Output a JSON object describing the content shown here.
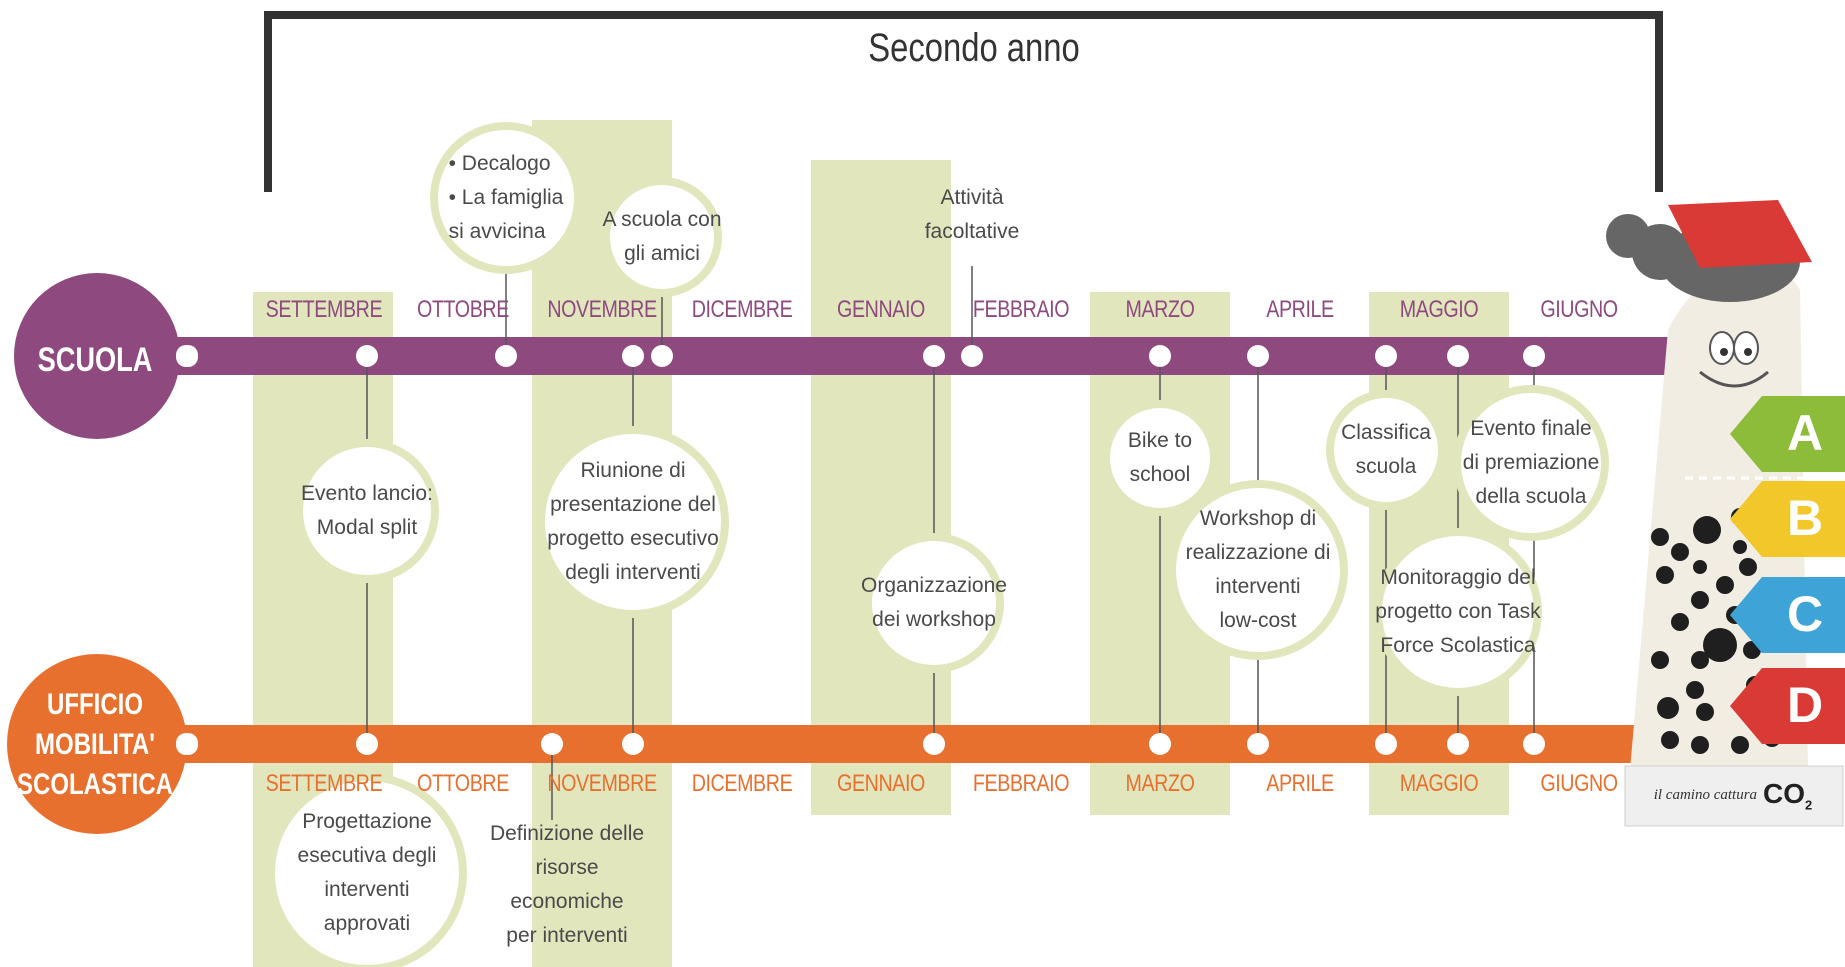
{
  "title": "Secondo anno",
  "colors": {
    "school": "#8e4a7f",
    "office": "#e8702e",
    "band": "#e2e6bd",
    "ring": "#e2e6bd",
    "rating_a": "#8dbb3a",
    "rating_b": "#f2c72a",
    "rating_c": "#3ea3d6",
    "rating_d": "#d93a36"
  },
  "tracks": {
    "school": {
      "label": "SCUOLA"
    },
    "office": {
      "label": "UFFICIO\nMOBILITA'\nSCOLASTICA"
    }
  },
  "months": [
    "SETTEMBRE",
    "OTTOBRE",
    "NOVEMBRE",
    "DICEMBRE",
    "GENNAIO",
    "FEBBRAIO",
    "MARZO",
    "APRILE",
    "MAGGIO",
    "GIUGNO"
  ],
  "school_events": [
    {
      "id": "decalogo",
      "text": "• Decalogo\n• La famiglia\n  si avvicina"
    },
    {
      "id": "scuola-amici",
      "text": "A scuola con\ngli amici"
    },
    {
      "id": "attivita",
      "text": "Attività\nfacoltative"
    },
    {
      "id": "evento-lancio",
      "text": "Evento lancio:\nModal split"
    },
    {
      "id": "riunione",
      "text": "Riunione di\npresentazione del\nprogetto esecutivo\ndegli interventi"
    },
    {
      "id": "organizzazione",
      "text": "Organizzazione\ndei workshop"
    },
    {
      "id": "bike",
      "text": "Bike to\nschool"
    },
    {
      "id": "workshop",
      "text": "Workshop di\nrealizzazione di\ninterventi\nlow-cost"
    },
    {
      "id": "classifica",
      "text": "Classifica\nscuola"
    },
    {
      "id": "evento-finale",
      "text": "Evento finale\ndi premiazione\ndella scuola"
    },
    {
      "id": "monitoraggio",
      "text": "Monitoraggio del\nprogetto con Task\nForce Scolastica"
    }
  ],
  "office_events": [
    {
      "id": "progettazione",
      "text": "Progettazione\nesecutiva degli\ninterventi\napprovati"
    },
    {
      "id": "definizione",
      "text": "Definizione delle\nrisorse economiche\nper interventi"
    }
  ],
  "mascot": {
    "ratings": [
      "A",
      "B",
      "C",
      "D"
    ],
    "caption": "il camino cattura",
    "co2": "CO",
    "co2_sub": "2"
  }
}
